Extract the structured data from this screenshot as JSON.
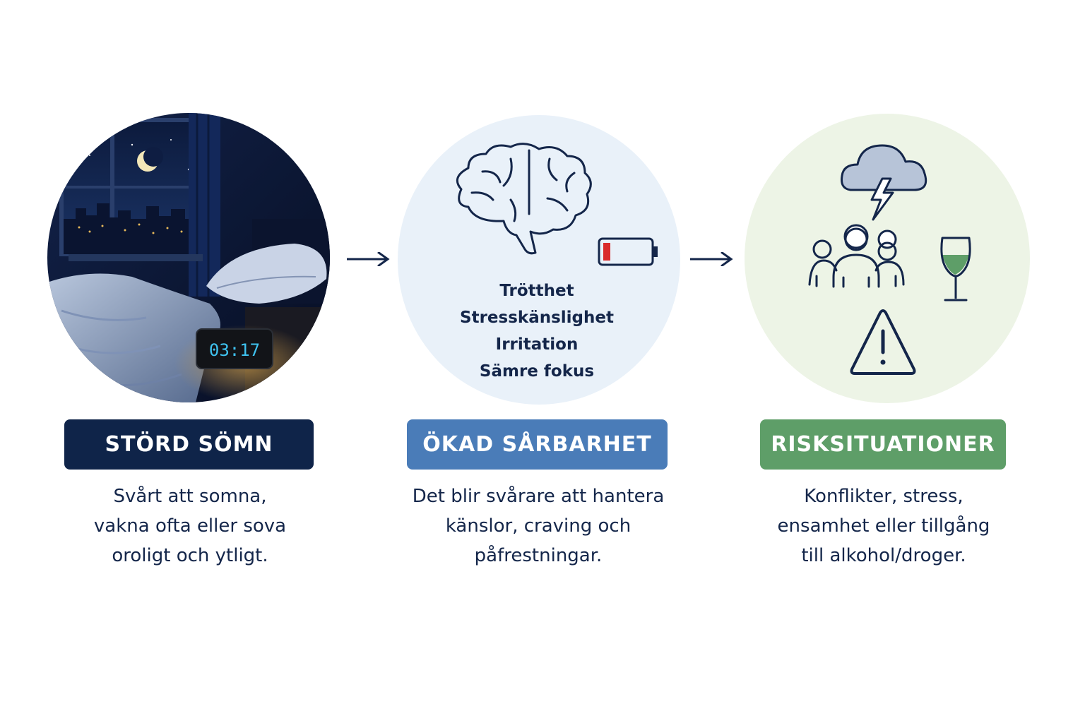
{
  "steps": [
    {
      "badge": "STÖRD SÖMN",
      "badge_color": "#0f2449",
      "clock_time": "03:17",
      "description": [
        "Svårt att somna,",
        "vakna ofta eller sova",
        "oroligt och ytligt."
      ]
    },
    {
      "badge": "ÖKAD SÅRBARHET",
      "badge_color": "#4a7cb8",
      "circle_color": "#e9f1f9",
      "icons": [
        "brain-icon",
        "low-battery-icon"
      ],
      "symptoms": [
        "Trötthet",
        "Stresskänslighet",
        "Irritation",
        "Sämre fokus"
      ],
      "description": [
        "Det blir svårare att hantera",
        "känslor, craving och",
        "påfrestningar."
      ]
    },
    {
      "badge": "RISKSITUATIONER",
      "badge_color": "#5e9e68",
      "circle_color": "#edf4e6",
      "icons": [
        "storm-cloud-icon",
        "people-group-icon",
        "wine-glass-icon",
        "warning-triangle-icon"
      ],
      "description": [
        "Konflikter, stress,",
        "ensamhet eller tillgång",
        "till alkohol/droger."
      ]
    }
  ],
  "connectors": [
    "arrow-right-icon",
    "arrow-right-icon"
  ]
}
